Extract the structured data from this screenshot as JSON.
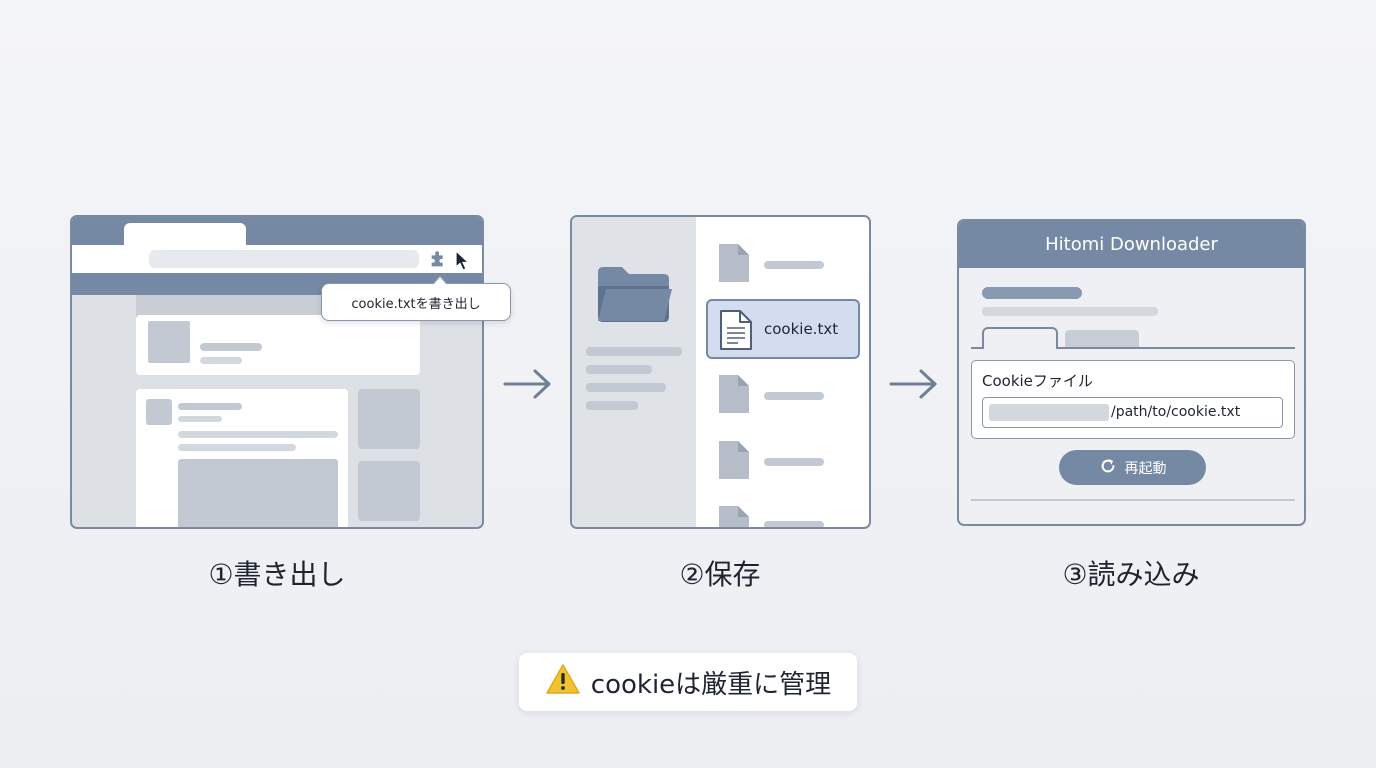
{
  "panel1": {
    "tooltip": "cookie.txtを書き出し",
    "icons": [
      "puzzle-extension-icon",
      "mouse-cursor-icon"
    ]
  },
  "panel2": {
    "selected_file": "cookie.txt",
    "icons": [
      "folder-icon",
      "file-icon",
      "text-file-icon"
    ]
  },
  "panel3": {
    "title": "Hitomi Downloader",
    "field_label": "Cookieファイル",
    "field_value": "/path/to/cookie.txt",
    "button": "再起動",
    "icons": [
      "refresh-icon"
    ]
  },
  "steps": [
    "①書き出し",
    "②保存",
    "③読み込み"
  ],
  "warning": {
    "text": "cookieは厳重に管理",
    "icon": "warning-icon"
  },
  "colors": {
    "accent": "#7689a4",
    "placeholder": "#c3c9d2",
    "selected": "#d4dcef",
    "warning": "#f2c230"
  }
}
